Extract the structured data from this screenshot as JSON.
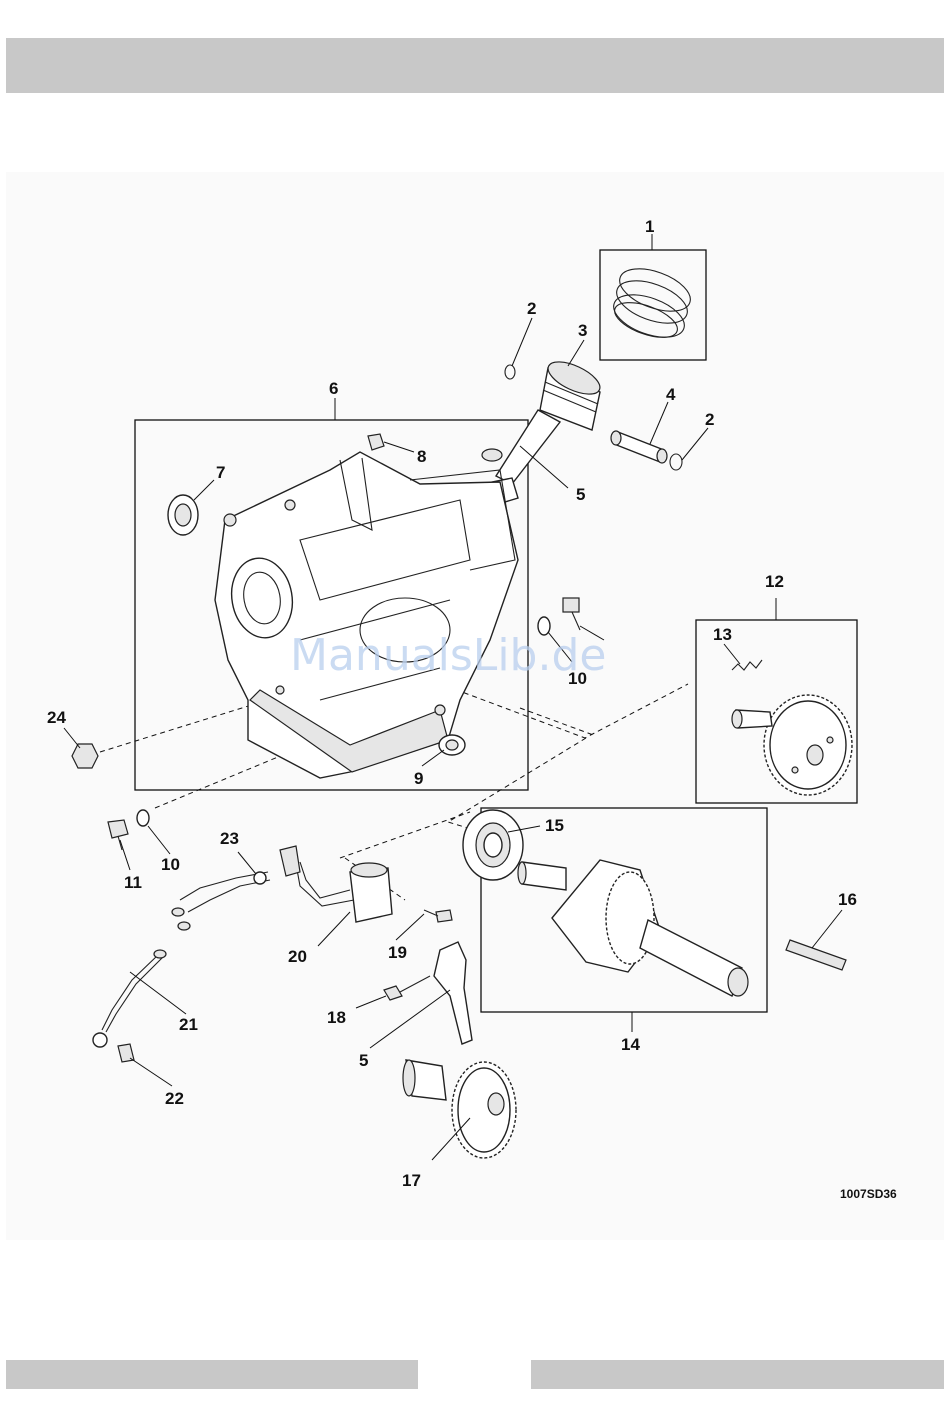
{
  "diagram": {
    "callouts": {
      "c1": "1",
      "c2a": "2",
      "c2b": "2",
      "c3": "3",
      "c4": "4",
      "c5a": "5",
      "c5b": "5",
      "c6": "6",
      "c7": "7",
      "c8": "8",
      "c9": "9",
      "c10a": "10",
      "c10b": "10",
      "c11": "11",
      "c12": "12",
      "c13": "13",
      "c14": "14",
      "c15": "15",
      "c16": "16",
      "c17": "17",
      "c18": "18",
      "c19": "19",
      "c20": "20",
      "c21": "21",
      "c22": "22",
      "c23": "23",
      "c24": "24"
    },
    "drawing_code": "1007SD36",
    "watermark": "ManualsLib.de"
  }
}
